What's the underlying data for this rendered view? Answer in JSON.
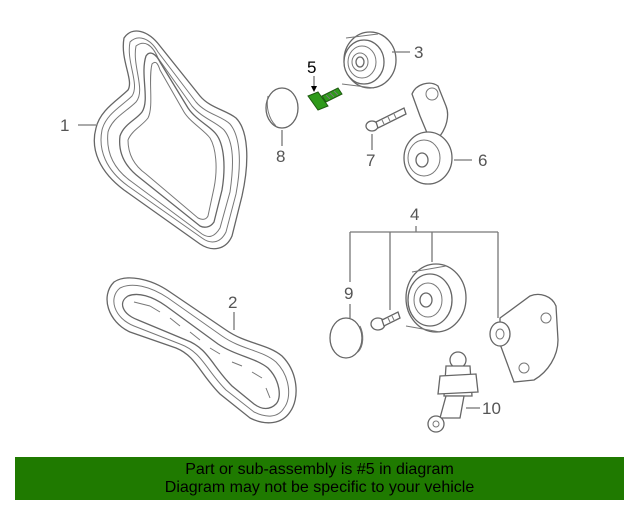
{
  "labels": {
    "p1": "1",
    "p2": "2",
    "p3": "3",
    "p4": "4",
    "p5": "5",
    "p6": "6",
    "p7": "7",
    "p8": "8",
    "p9": "9",
    "p10": "10"
  },
  "highlight_color": "#2e9a1a",
  "banner": {
    "line1": "Part or sub-assembly is #5 in diagram",
    "line2": "Diagram may not be specific to your vehicle",
    "background": "#1f7a00"
  }
}
